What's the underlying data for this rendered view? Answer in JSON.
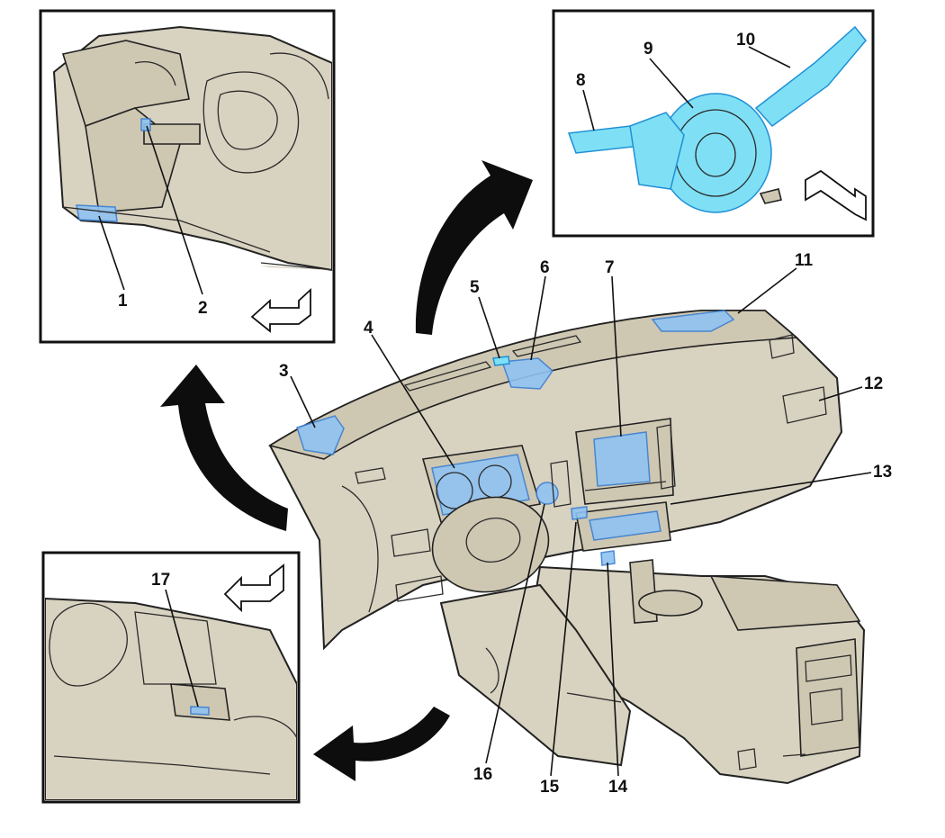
{
  "diagram": {
    "callouts": [
      {
        "id": "1",
        "label": "1"
      },
      {
        "id": "2",
        "label": "2"
      },
      {
        "id": "3",
        "label": "3"
      },
      {
        "id": "4",
        "label": "4"
      },
      {
        "id": "5",
        "label": "5"
      },
      {
        "id": "6",
        "label": "6"
      },
      {
        "id": "7",
        "label": "7"
      },
      {
        "id": "8",
        "label": "8"
      },
      {
        "id": "9",
        "label": "9"
      },
      {
        "id": "10",
        "label": "10"
      },
      {
        "id": "11",
        "label": "11"
      },
      {
        "id": "12",
        "label": "12"
      },
      {
        "id": "13",
        "label": "13"
      },
      {
        "id": "14",
        "label": "14"
      },
      {
        "id": "15",
        "label": "15"
      },
      {
        "id": "16",
        "label": "16"
      },
      {
        "id": "17",
        "label": "17"
      }
    ],
    "colors": {
      "part_fill": "#d8d2c0",
      "outline": "#222222",
      "highlight_blue": "#8fc3f2",
      "highlight_cyan": "#7fe0f5",
      "arrow": "#0d0d0d"
    },
    "icons": [
      "direction-arrow-icon",
      "curved-arrow-icon"
    ]
  }
}
